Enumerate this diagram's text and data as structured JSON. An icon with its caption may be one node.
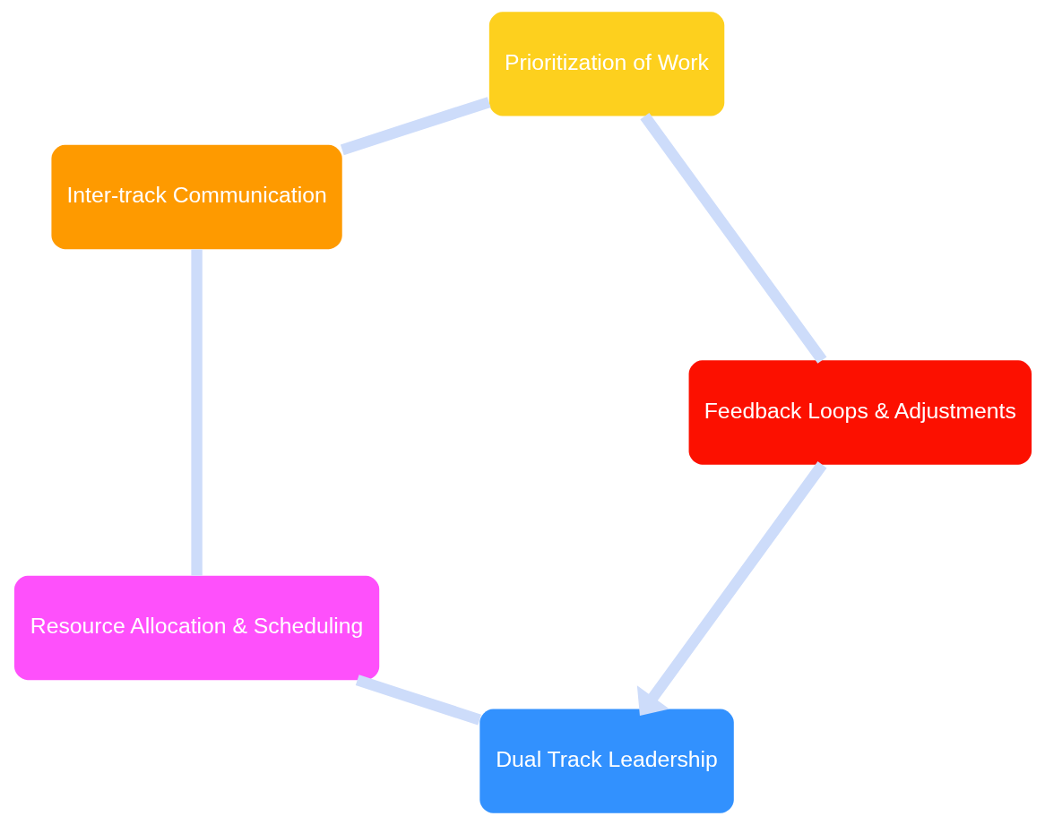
{
  "diagram": {
    "nodes": [
      {
        "text": [
          "Dual Track Leadership"
        ]
      },
      {
        "text": [
          "Resource Allocation & Scheduling"
        ]
      },
      {
        "text": [
          "Inter-track Communication"
        ]
      },
      {
        "text": [
          "Prioritization of Work"
        ]
      },
      {
        "text": [
          "Feedback Loops & Adjustments"
        ]
      }
    ],
    "edges": [
      {
        "from": 0,
        "to": 1,
        "arrow": "none"
      },
      {
        "from": 1,
        "to": 2,
        "arrow": "none"
      },
      {
        "from": 2,
        "to": 3,
        "arrow": "none"
      },
      {
        "from": 3,
        "to": 4,
        "arrow": "none"
      },
      {
        "from": 4,
        "to": 0,
        "arrow": "to"
      }
    ]
  }
}
